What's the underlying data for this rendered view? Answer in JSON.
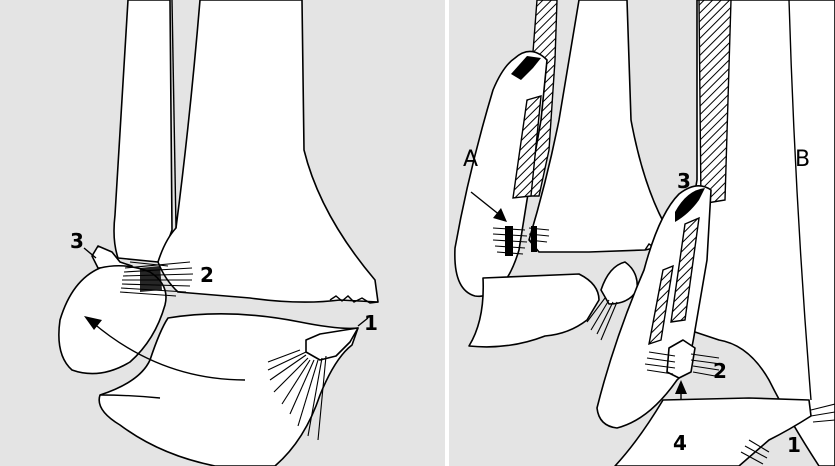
{
  "left_panel": {
    "labels": {
      "one": "1",
      "two": "2",
      "three": "3"
    }
  },
  "right_panel": {
    "labels": {
      "a": "A",
      "b": "B",
      "one": "1",
      "two": "2",
      "three": "3",
      "four": "4"
    }
  }
}
